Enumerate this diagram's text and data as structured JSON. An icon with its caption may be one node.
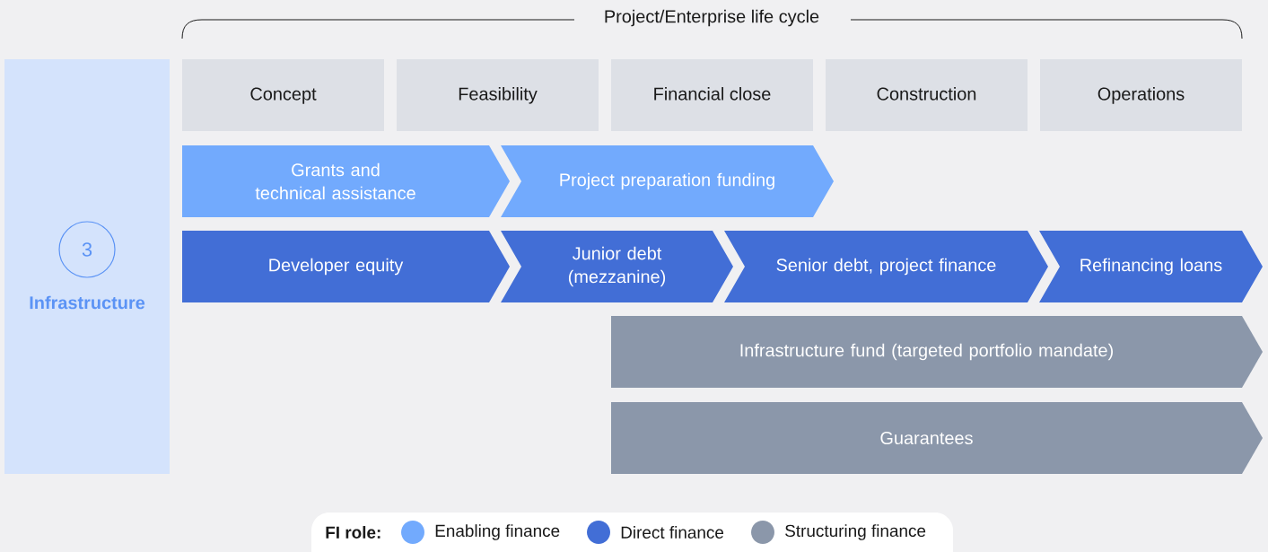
{
  "diagram": {
    "title": "Project/Enterprise life cycle",
    "nodes": [
      {
        "text": [
          "Infrastructure"
        ]
      },
      {
        "text": [
          "3"
        ],
        "in": 0
      },
      {
        "text": [
          "Concept"
        ]
      },
      {
        "text": [
          "Feasibility"
        ]
      },
      {
        "text": [
          "Financial close"
        ]
      },
      {
        "text": [
          "Construction"
        ]
      },
      {
        "text": [
          "Operations"
        ]
      },
      {
        "text": [
          "Grants and technical assistance"
        ]
      },
      {
        "text": [
          "Project preparation funding"
        ]
      },
      {
        "text": [
          "Developer equity"
        ]
      },
      {
        "text": [
          "Junior debt (mezzanine)"
        ]
      },
      {
        "text": [
          "Senior debt, project finance"
        ]
      },
      {
        "text": [
          "Refinancing loans"
        ]
      },
      {
        "text": [
          "Infrastructure fund (targeted portfolio mandate)"
        ]
      },
      {
        "text": [
          "Guarantees"
        ]
      }
    ],
    "labels": [
      "FI role:"
    ],
    "legend": [
      {
        "text": "Enabling finance",
        "color": "#72aafd"
      },
      {
        "text": "Direct finance",
        "color": "#426ed6"
      },
      {
        "text": "Structuring finance",
        "color": "#8b97aa"
      }
    ]
  }
}
